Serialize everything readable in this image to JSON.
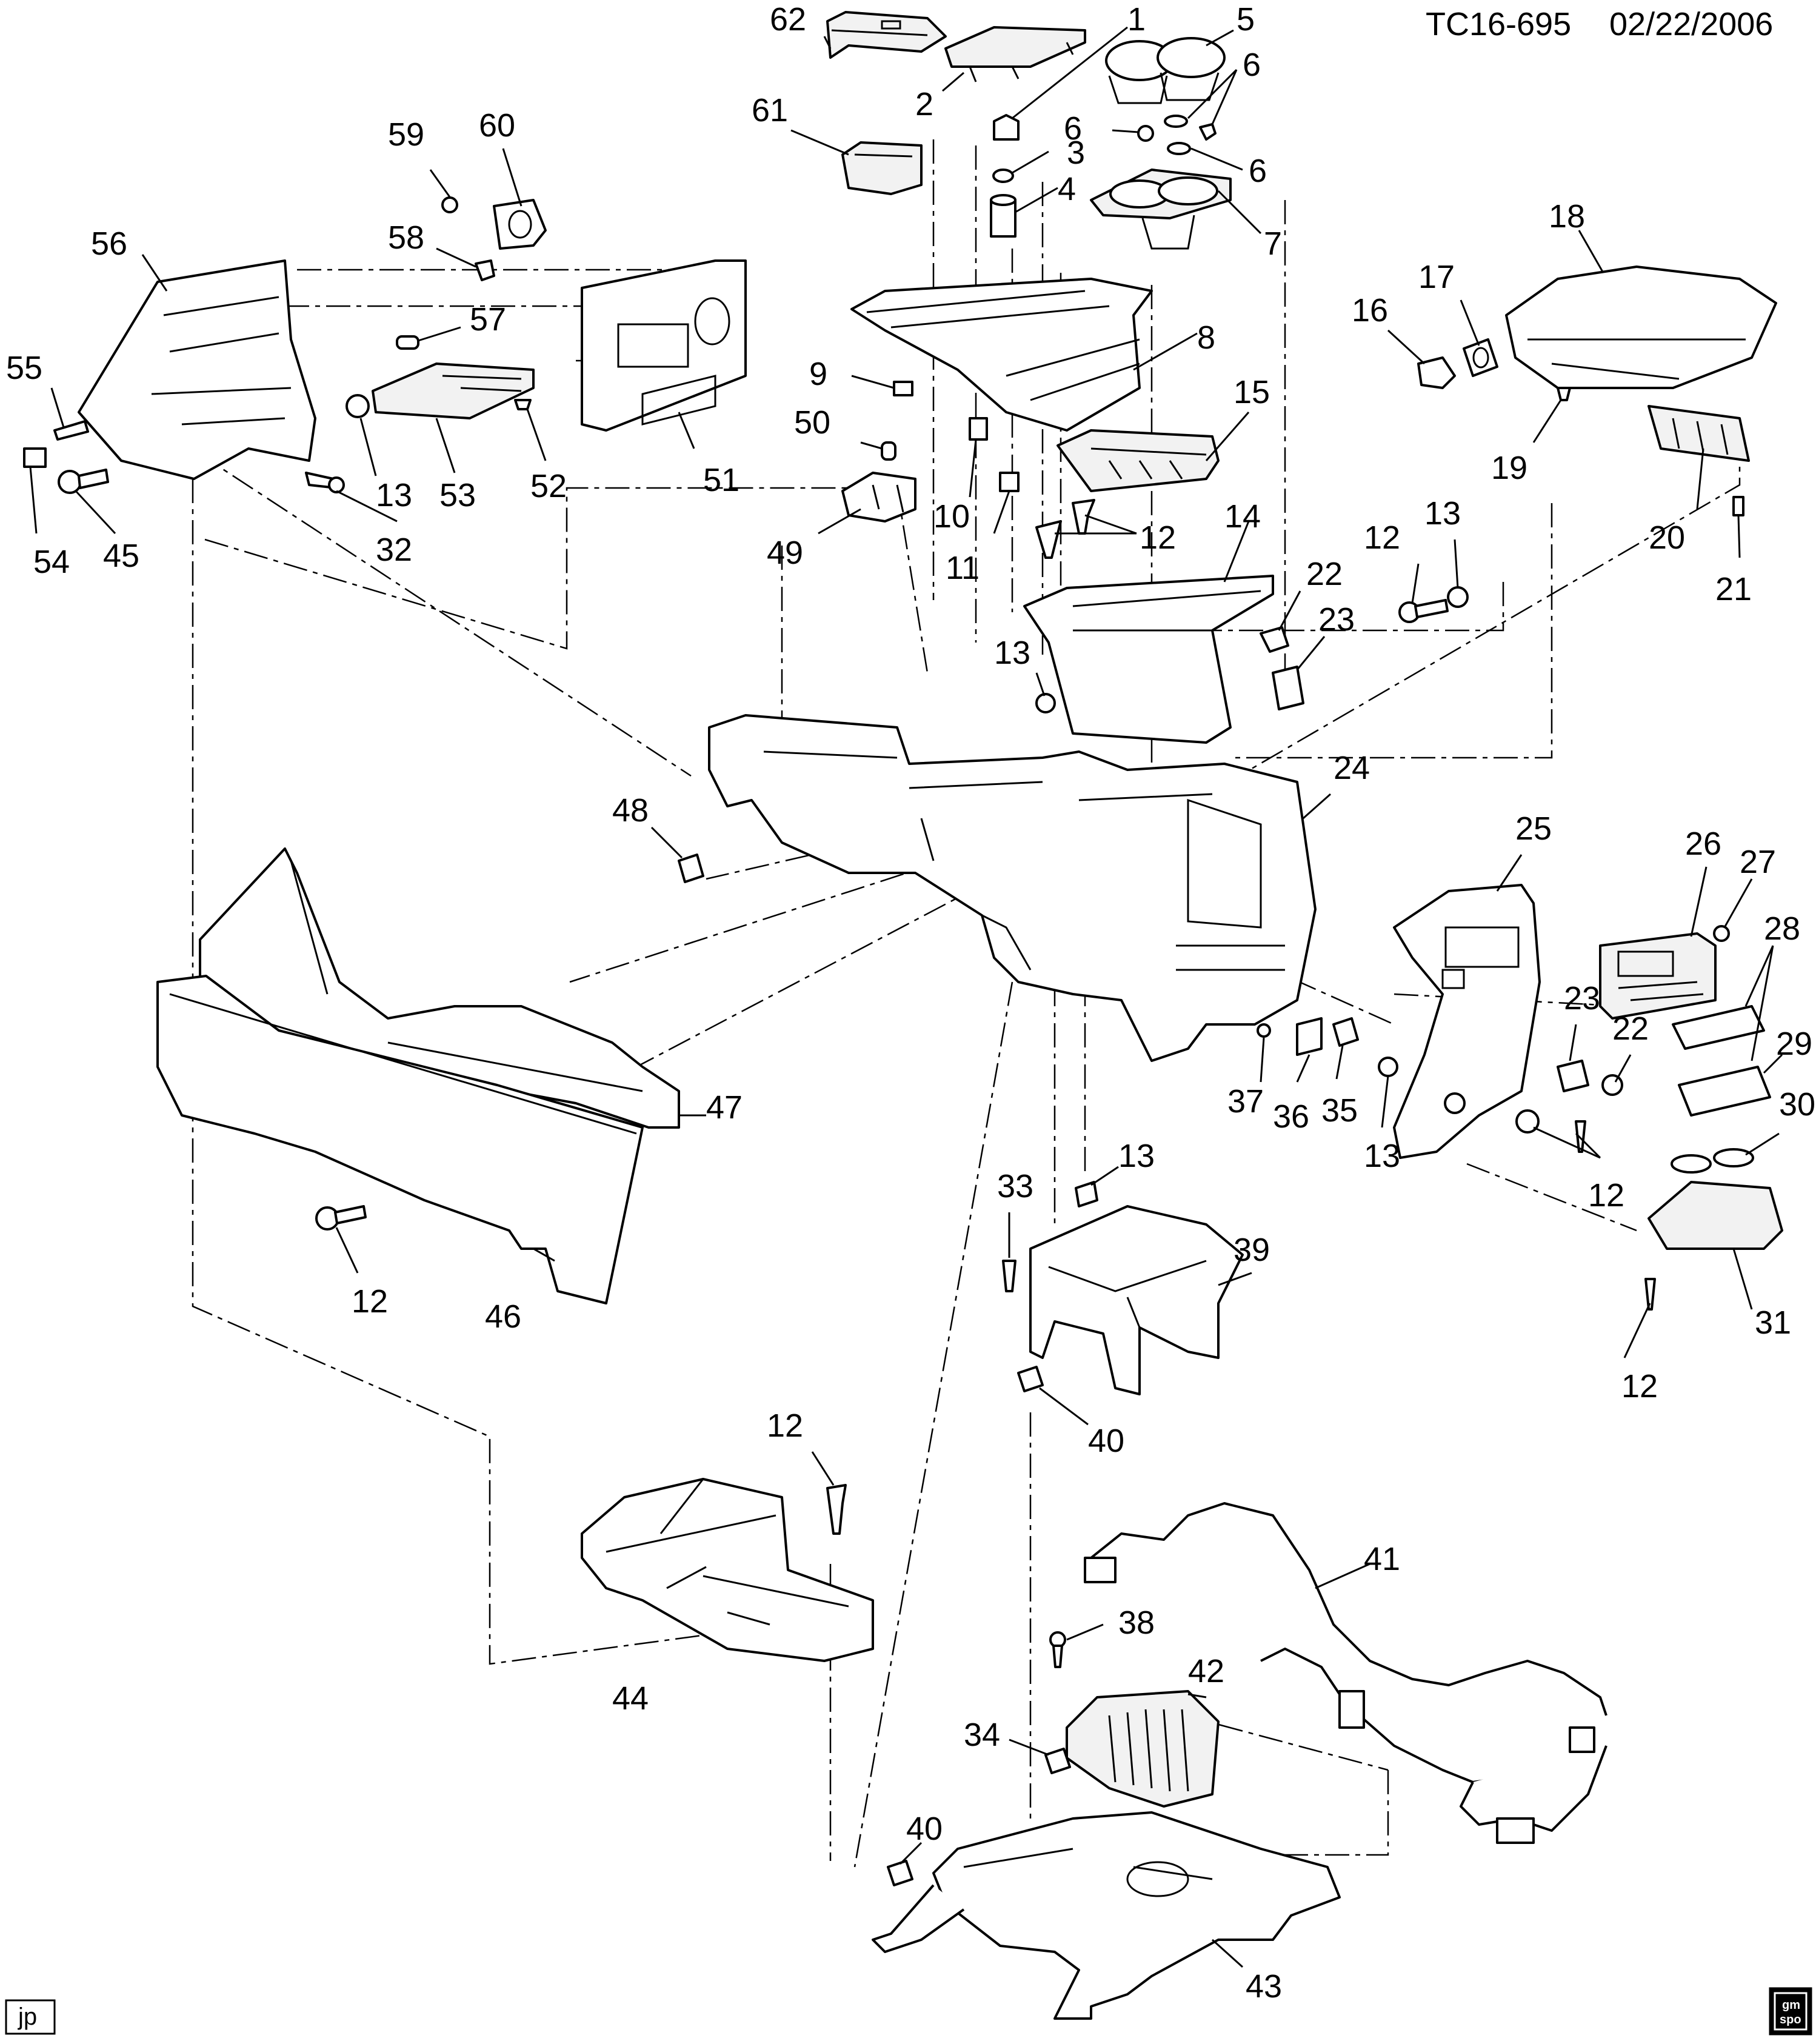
{
  "header": {
    "diagram_id": "TC16-695",
    "date": "02/22/2006"
  },
  "footer": {
    "artist_initials": "jp",
    "logo_text_top": "gm",
    "logo_text_bottom": "spo"
  },
  "callouts": {
    "c1": "1",
    "c2": "2",
    "c3": "3",
    "c4": "4",
    "c5": "5",
    "c6a": "6",
    "c6b": "6",
    "c6c": "6",
    "c7": "7",
    "c8": "8",
    "c9": "9",
    "c10": "10",
    "c11": "11",
    "c12a": "12",
    "c12b": "12",
    "c12c": "12",
    "c12d": "12",
    "c12e": "12",
    "c12f": "12",
    "c13a": "13",
    "c13b": "13",
    "c13c": "13",
    "c13d": "13",
    "c13e": "13",
    "c14": "14",
    "c15": "15",
    "c16": "16",
    "c17": "17",
    "c18": "18",
    "c19": "19",
    "c20": "20",
    "c21": "21",
    "c22a": "22",
    "c22b": "22",
    "c23a": "23",
    "c23b": "23",
    "c24": "24",
    "c25": "25",
    "c26": "26",
    "c27": "27",
    "c28": "28",
    "c29": "29",
    "c30": "30",
    "c31": "31",
    "c32": "32",
    "c33": "33",
    "c34": "34",
    "c35": "35",
    "c36": "36",
    "c37": "37",
    "c38": "38",
    "c39": "39",
    "c40a": "40",
    "c40b": "40",
    "c41": "41",
    "c42": "42",
    "c43": "43",
    "c44": "44",
    "c45": "45",
    "c46": "46",
    "c47": "47",
    "c48": "48",
    "c49": "49",
    "c50": "50",
    "c51": "51",
    "c52": "52",
    "c53": "53",
    "c54": "54",
    "c55": "55",
    "c56": "56",
    "c57": "57",
    "c58": "58",
    "c59": "59",
    "c60": "60",
    "c61": "61",
    "c62": "62"
  }
}
